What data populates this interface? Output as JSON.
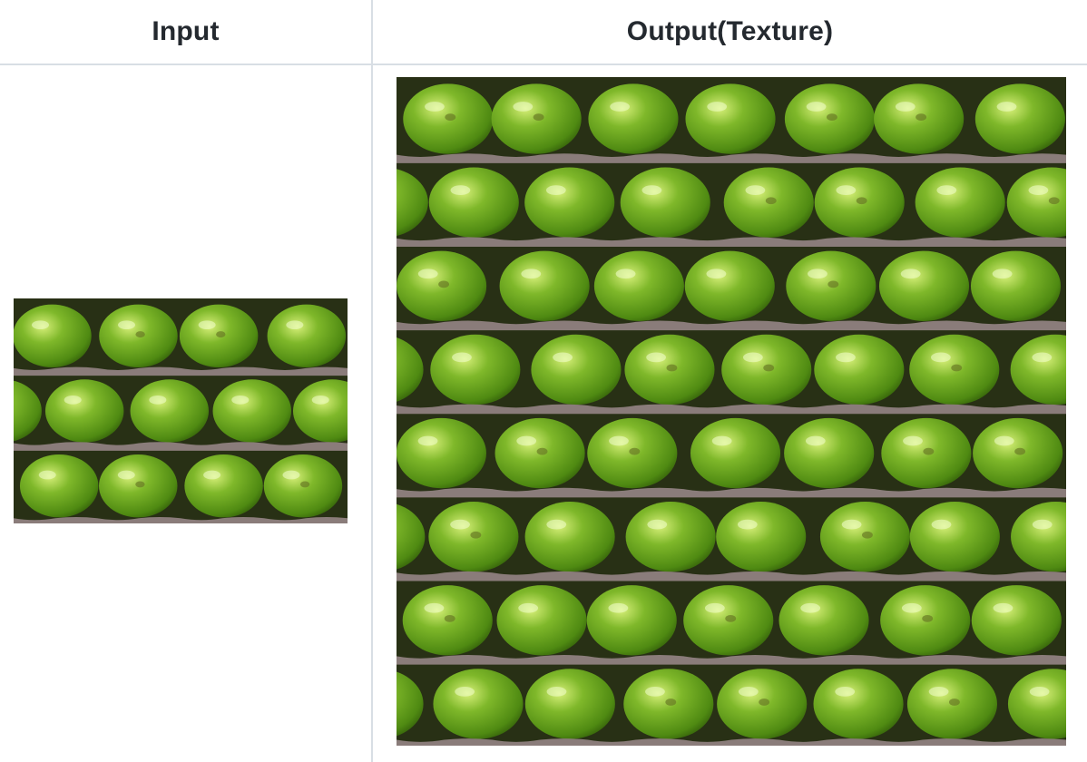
{
  "table": {
    "headers": {
      "input": "Input",
      "output": "Output(Texture)"
    },
    "row": {
      "input_image": {
        "rows": 3,
        "cols": 4,
        "apple_color": "#7fb82a",
        "tray_color": "#8a7c7a",
        "shadow_color": "#283015"
      },
      "output_image": {
        "rows": 8,
        "cols": 7,
        "apple_color": "#7fb82a",
        "tray_color": "#8a7c7a",
        "shadow_color": "#283015"
      }
    }
  }
}
